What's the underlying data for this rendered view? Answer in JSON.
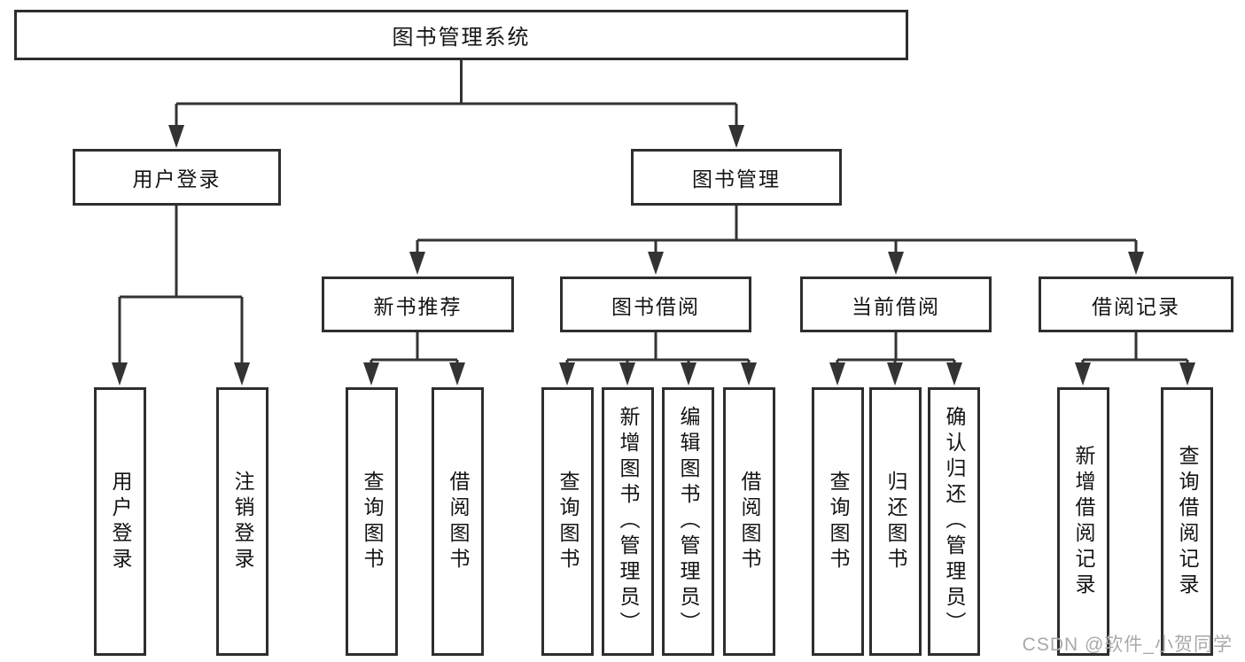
{
  "tree": {
    "root": "图书管理系统",
    "level2": [
      "用户登录",
      "图书管理"
    ],
    "userChildren": [
      "用户登录",
      "注销登录"
    ],
    "level3": [
      "新书推荐",
      "图书借阅",
      "当前借阅",
      "借阅记录"
    ],
    "newBookChildren": [
      "查询图书",
      "借阅图书"
    ],
    "borrowChildren": [
      "查询图书",
      "新增图书（管理员）",
      "编辑图书（管理员）",
      "借阅图书"
    ],
    "currentChildren": [
      "查询图书",
      "归还图书",
      "确认归还（管理员）"
    ],
    "recordChildren": [
      "新增借阅记录",
      "查询借阅记录"
    ]
  },
  "watermark": "CSDN @软件_小贺同学",
  "colors": {
    "line": "#333333",
    "box_border": "#2e2e2e",
    "box_fill": "#ffffff",
    "text": "#141414",
    "watermark": "#a9a9a9"
  }
}
